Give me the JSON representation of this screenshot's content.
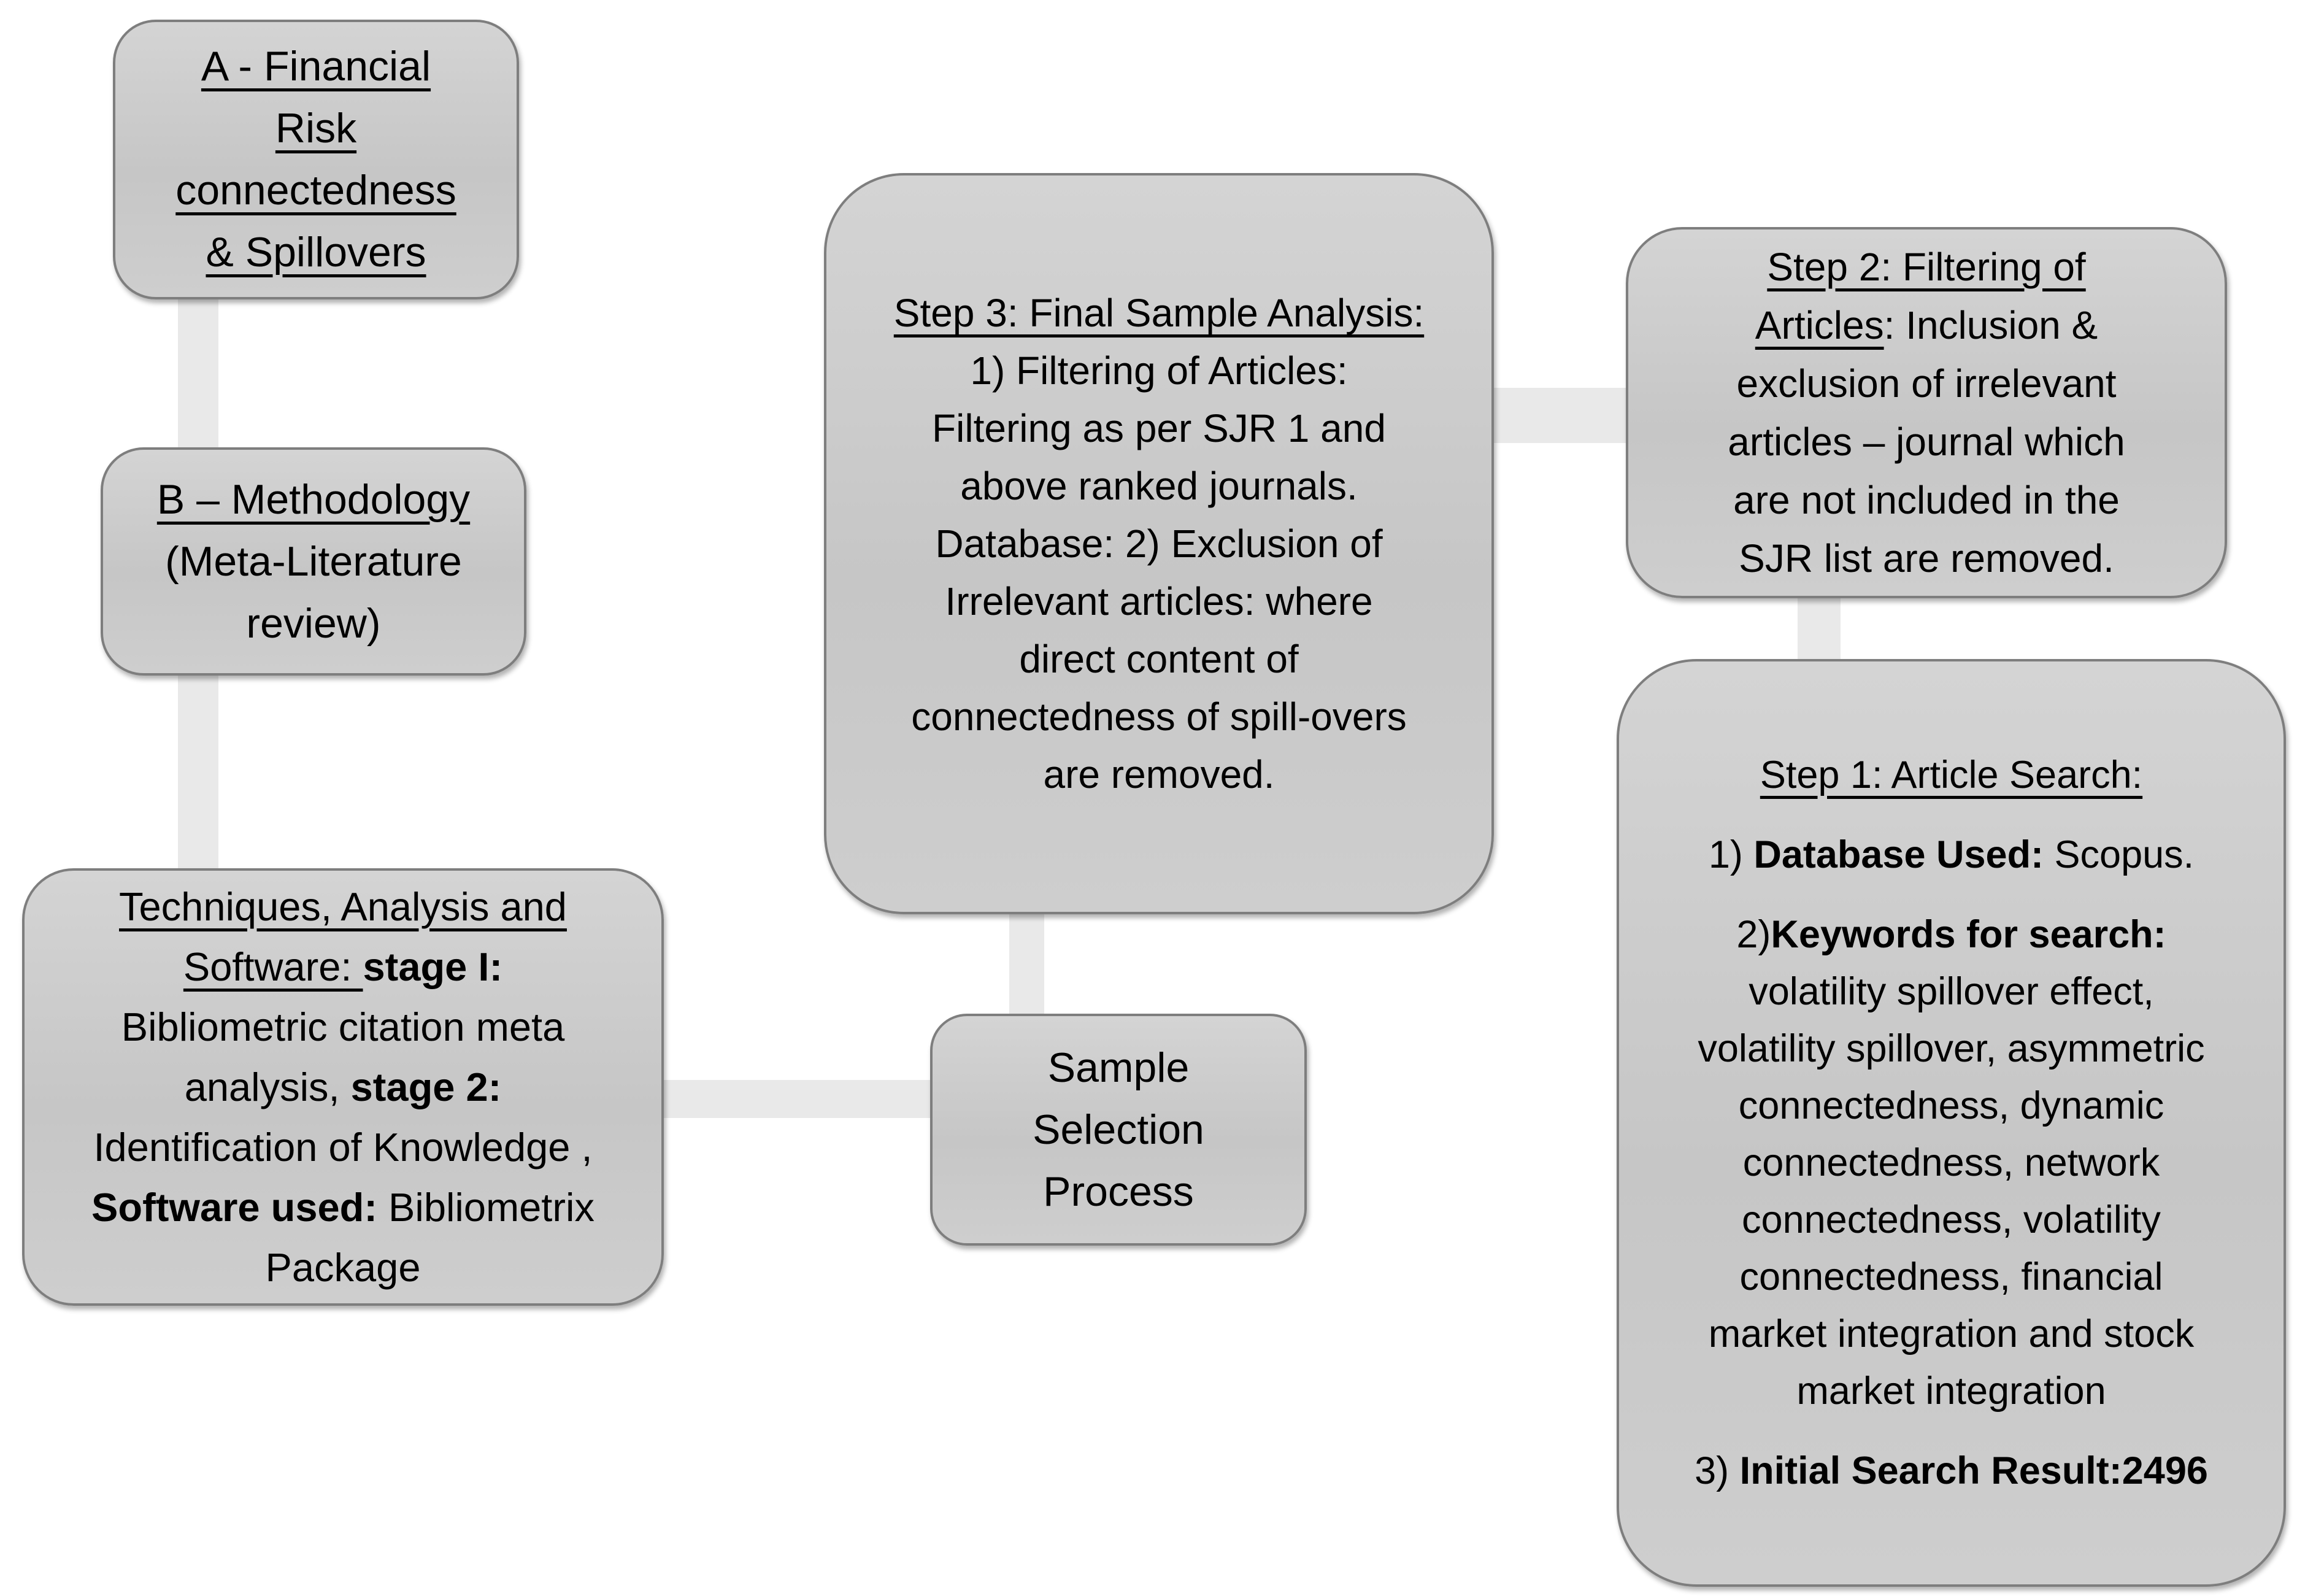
{
  "palette": {
    "background": "#ffffff",
    "box_fill_light": "#d4d4d4",
    "box_fill_dark": "#c6c6c6",
    "box_border": "#7e7e7e",
    "connector": "#e9e9e9",
    "text": "#000000"
  },
  "diagram": {
    "boxes": [
      {
        "id": "box-a",
        "name": "financial-risk-connectedness-box",
        "paragraphs": [
          [
            {
              "t": "A - Financial",
              "u": 1,
              "br": 1
            },
            {
              "t": "Risk",
              "u": 1,
              "br": 1
            },
            {
              "t": "connectedness",
              "u": 1,
              "br": 1
            },
            {
              "t": "& Spillovers",
              "u": 1
            }
          ]
        ]
      },
      {
        "id": "box-b",
        "name": "methodology-box",
        "paragraphs": [
          [
            {
              "t": "B – Methodology",
              "u": 1,
              "br": 1
            },
            {
              "t": "(Meta-Literature",
              "br": 1
            },
            {
              "t": "review)"
            }
          ]
        ]
      },
      {
        "id": "box-t",
        "name": "techniques-analysis-software-box",
        "paragraphs": [
          [
            {
              "t": "Techniques, Analysis and",
              "u": 1,
              "br": 1
            },
            {
              "t": "Software: ",
              "u": 1
            },
            {
              "t": "stage I:",
              "b": 1,
              "br": 1
            },
            {
              "t": "Bibliometric citation meta",
              "br": 1
            },
            {
              "t": "analysis, "
            },
            {
              "t": "stage 2:",
              "b": 1,
              "br": 1
            },
            {
              "t": "Identification of Knowledge ,",
              "br": 1
            },
            {
              "t": "Software used:",
              "b": 1
            },
            {
              "t": " Bibliometrix",
              "br": 1
            },
            {
              "t": "Package"
            }
          ]
        ]
      },
      {
        "id": "box-s3",
        "name": "step3-final-sample-analysis-box",
        "paragraphs": [
          [
            {
              "t": "Step 3: Final Sample Analysis:",
              "u": 1,
              "br": 1
            },
            {
              "t": "1) Filtering of Articles:",
              "br": 1
            },
            {
              "t": "Filtering as per SJR 1 and",
              "br": 1
            },
            {
              "t": "above ranked journals.",
              "br": 1
            },
            {
              "t": "Database: 2) Exclusion of",
              "br": 1
            },
            {
              "t": "Irrelevant articles: where",
              "br": 1
            },
            {
              "t": "direct content of",
              "br": 1
            },
            {
              "t": "connectedness of spill-overs",
              "br": 1
            },
            {
              "t": "are removed."
            }
          ]
        ]
      },
      {
        "id": "box-ss",
        "name": "sample-selection-process-box",
        "paragraphs": [
          [
            {
              "t": "Sample",
              "br": 1
            },
            {
              "t": "Selection",
              "br": 1
            },
            {
              "t": "Process"
            }
          ]
        ]
      },
      {
        "id": "box-s2",
        "name": "step2-filtering-of-articles-box",
        "paragraphs": [
          [
            {
              "t": "Step 2: Filtering of",
              "u": 1,
              "br": 1
            },
            {
              "t": "Articles",
              "u": 1
            },
            {
              "t": ": Inclusion &",
              "br": 1
            },
            {
              "t": "exclusion of irrelevant",
              "br": 1
            },
            {
              "t": "articles – journal which",
              "br": 1
            },
            {
              "t": "are not included in the",
              "br": 1
            },
            {
              "t": "SJR list are removed."
            }
          ]
        ]
      },
      {
        "id": "box-s1",
        "name": "step1-article-search-box",
        "paragraphs": [
          [
            {
              "t": "Step 1: Article Search:",
              "u": 1
            }
          ],
          [
            {
              "t": "1) "
            },
            {
              "t": "Database Used:",
              "b": 1
            },
            {
              "t": " Scopus."
            }
          ],
          [
            {
              "t": "2)"
            },
            {
              "t": "Keywords for search:",
              "b": 1,
              "br": 1
            },
            {
              "t": "volatility spillover effect,",
              "br": 1
            },
            {
              "t": "volatility spillover, asymmetric",
              "br": 1
            },
            {
              "t": "connectedness, dynamic",
              "br": 1
            },
            {
              "t": "connectedness, network",
              "br": 1
            },
            {
              "t": "connectedness, volatility",
              "br": 1
            },
            {
              "t": "connectedness, financial",
              "br": 1
            },
            {
              "t": "market integration and stock",
              "br": 1
            },
            {
              "t": "market integration"
            }
          ],
          [
            {
              "t": "3) "
            },
            {
              "t": "Initial Search Result:2496",
              "b": 1
            }
          ]
        ]
      }
    ],
    "connectors": [
      {
        "id": "conn-a-b",
        "from": "financial-risk-connectedness-box",
        "to": "methodology-box"
      },
      {
        "id": "conn-b-t",
        "from": "methodology-box",
        "to": "techniques-analysis-software-box"
      },
      {
        "id": "conn-t-ss",
        "from": "techniques-analysis-software-box",
        "to": "sample-selection-process-box"
      },
      {
        "id": "conn-s3-ss",
        "from": "step3-final-sample-analysis-box",
        "to": "sample-selection-process-box"
      },
      {
        "id": "conn-s3-s2",
        "from": "step3-final-sample-analysis-box",
        "to": "step2-filtering-of-articles-box"
      },
      {
        "id": "conn-s2-s1",
        "from": "step2-filtering-of-articles-box",
        "to": "step1-article-search-box"
      }
    ]
  }
}
